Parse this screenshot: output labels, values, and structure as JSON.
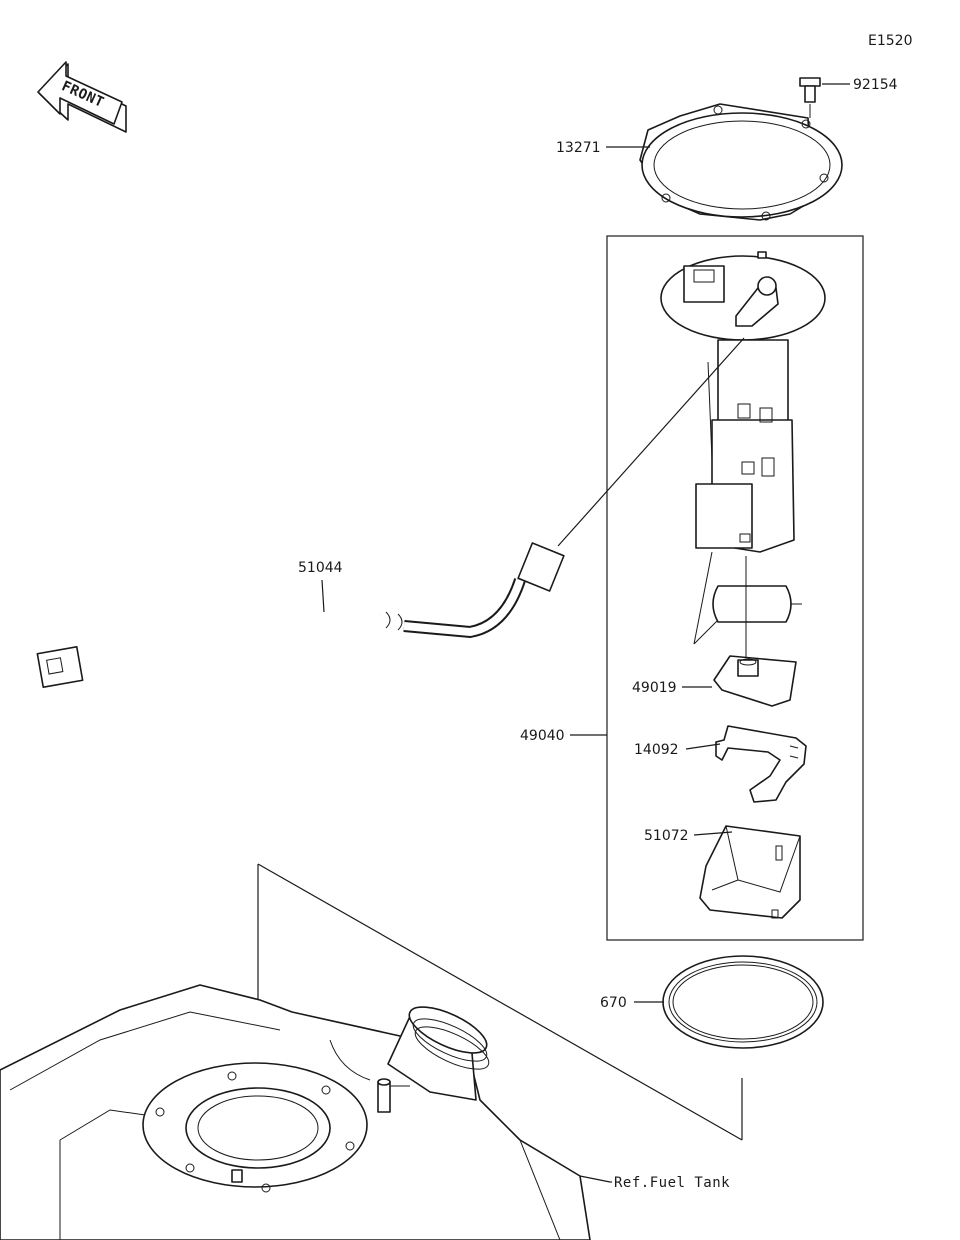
{
  "diagram_code": "E1520",
  "front_badge": "FRONT",
  "parts": {
    "bolt": "92154",
    "gasket_plate": "13271",
    "hose": "51044",
    "pump_assembly": "49040",
    "filter": "49019",
    "bracket": "14092",
    "cover": "51072",
    "o_ring": "670",
    "tank_ref": "Ref.Fuel Tank"
  }
}
